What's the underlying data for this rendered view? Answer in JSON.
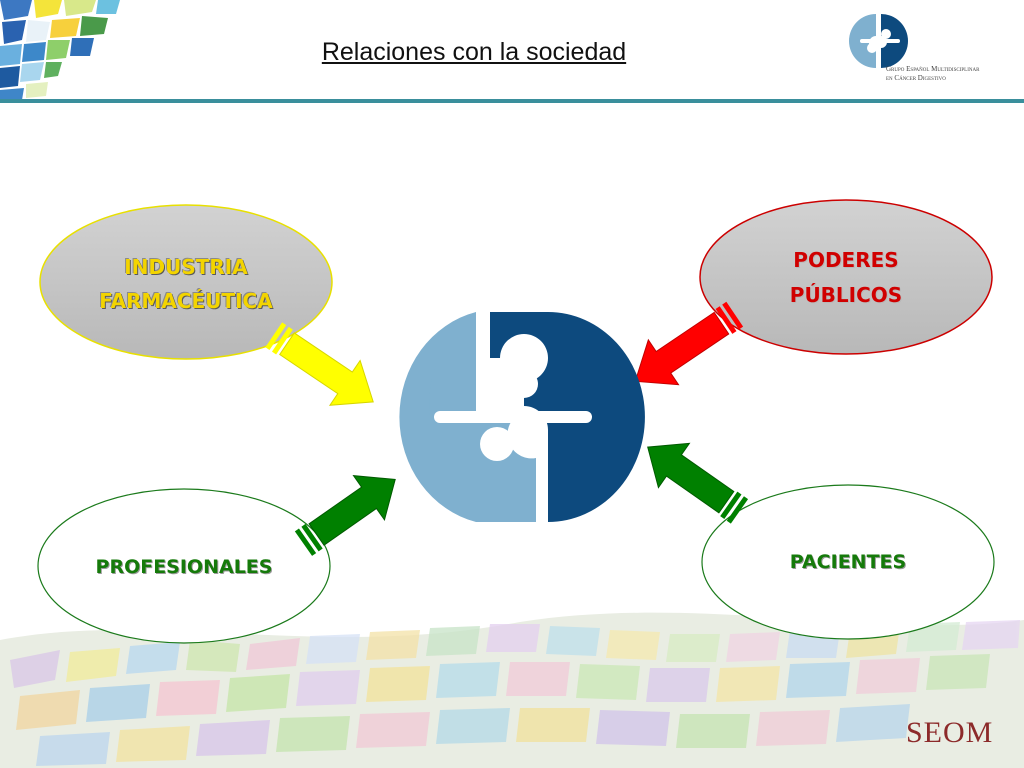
{
  "slide": {
    "title": "Relaciones con la sociedad",
    "brand_lines": [
      "Grupo Español Multidisciplinar",
      "en Cáncer Digestivo"
    ],
    "footer_logo": "SEOM"
  },
  "nodes": {
    "industria": {
      "lines": [
        "INDUSTRIA",
        "FARMACÉUTICA"
      ],
      "text_color": "#f3d400",
      "fill": "#c4c4c4",
      "border": "#e8e000",
      "arrow_color": "#ffff00"
    },
    "poderes": {
      "lines": [
        "PODERES",
        "PÚBLICOS"
      ],
      "text_color": "#d00000",
      "fill": "#c4c4c4",
      "border": "#cc0000",
      "arrow_color": "#ff0000"
    },
    "profesionales": {
      "lines": [
        "PROFESIONALES"
      ],
      "text_color": "#157a0a",
      "fill": "#ffffff",
      "border": "#1b7a1b",
      "arrow_color": "#008000"
    },
    "pacientes": {
      "lines": [
        "PACIENTES"
      ],
      "text_color": "#157a0a",
      "fill": "#ffffff",
      "border": "#1b7a1b",
      "arrow_color": "#008000"
    }
  },
  "logo": {
    "light_blue": "#7fb0cf",
    "dark_blue": "#0d4a7e",
    "name": "gemcad-logo"
  }
}
